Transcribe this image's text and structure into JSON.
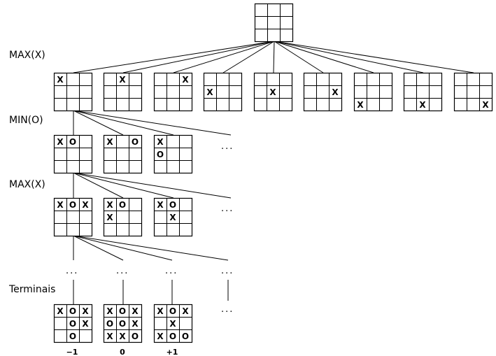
{
  "level_labels": {
    "max_1": "MAX(X)",
    "min_1": "MIN(O)",
    "max_2": "MAX(X)",
    "terminals": "Terminais"
  },
  "ellipsis": "...",
  "root": [
    "",
    "",
    "",
    "",
    "",
    "",
    "",
    "",
    ""
  ],
  "level1": [
    [
      "X",
      "",
      "",
      "",
      "",
      "",
      "",
      "",
      ""
    ],
    [
      "",
      "X",
      "",
      "",
      "",
      "",
      "",
      "",
      ""
    ],
    [
      "",
      "",
      "X",
      "",
      "",
      "",
      "",
      "",
      ""
    ],
    [
      "",
      "",
      "",
      "X",
      "",
      "",
      "",
      "",
      ""
    ],
    [
      "",
      "",
      "",
      "",
      "X",
      "",
      "",
      "",
      ""
    ],
    [
      "",
      "",
      "",
      "",
      "",
      "X",
      "",
      "",
      ""
    ],
    [
      "",
      "",
      "",
      "",
      "",
      "",
      "X",
      "",
      ""
    ],
    [
      "",
      "",
      "",
      "",
      "",
      "",
      "",
      "X",
      ""
    ],
    [
      "",
      "",
      "",
      "",
      "",
      "",
      "",
      "",
      "X"
    ]
  ],
  "level2": [
    [
      "X",
      "O",
      "",
      "",
      "",
      "",
      "",
      "",
      ""
    ],
    [
      "X",
      "",
      "O",
      "",
      "",
      "",
      "",
      "",
      ""
    ],
    [
      "X",
      "",
      "",
      "O",
      "",
      "",
      "",
      "",
      ""
    ]
  ],
  "level3": [
    [
      "X",
      "O",
      "X",
      "",
      "",
      "",
      "",
      "",
      ""
    ],
    [
      "X",
      "O",
      "",
      "X",
      "",
      "",
      "",
      "",
      ""
    ],
    [
      "X",
      "O",
      "",
      "",
      "X",
      "",
      "",
      "",
      ""
    ]
  ],
  "terminals": [
    [
      "X",
      "O",
      "X",
      "",
      "O",
      "X",
      "",
      "O",
      ""
    ],
    [
      "X",
      "O",
      "X",
      "O",
      "O",
      "X",
      "X",
      "X",
      "O"
    ],
    [
      "X",
      "O",
      "X",
      "",
      "X",
      "",
      "X",
      "O",
      "O"
    ]
  ],
  "utilities": [
    "−1",
    "0",
    "+1"
  ]
}
